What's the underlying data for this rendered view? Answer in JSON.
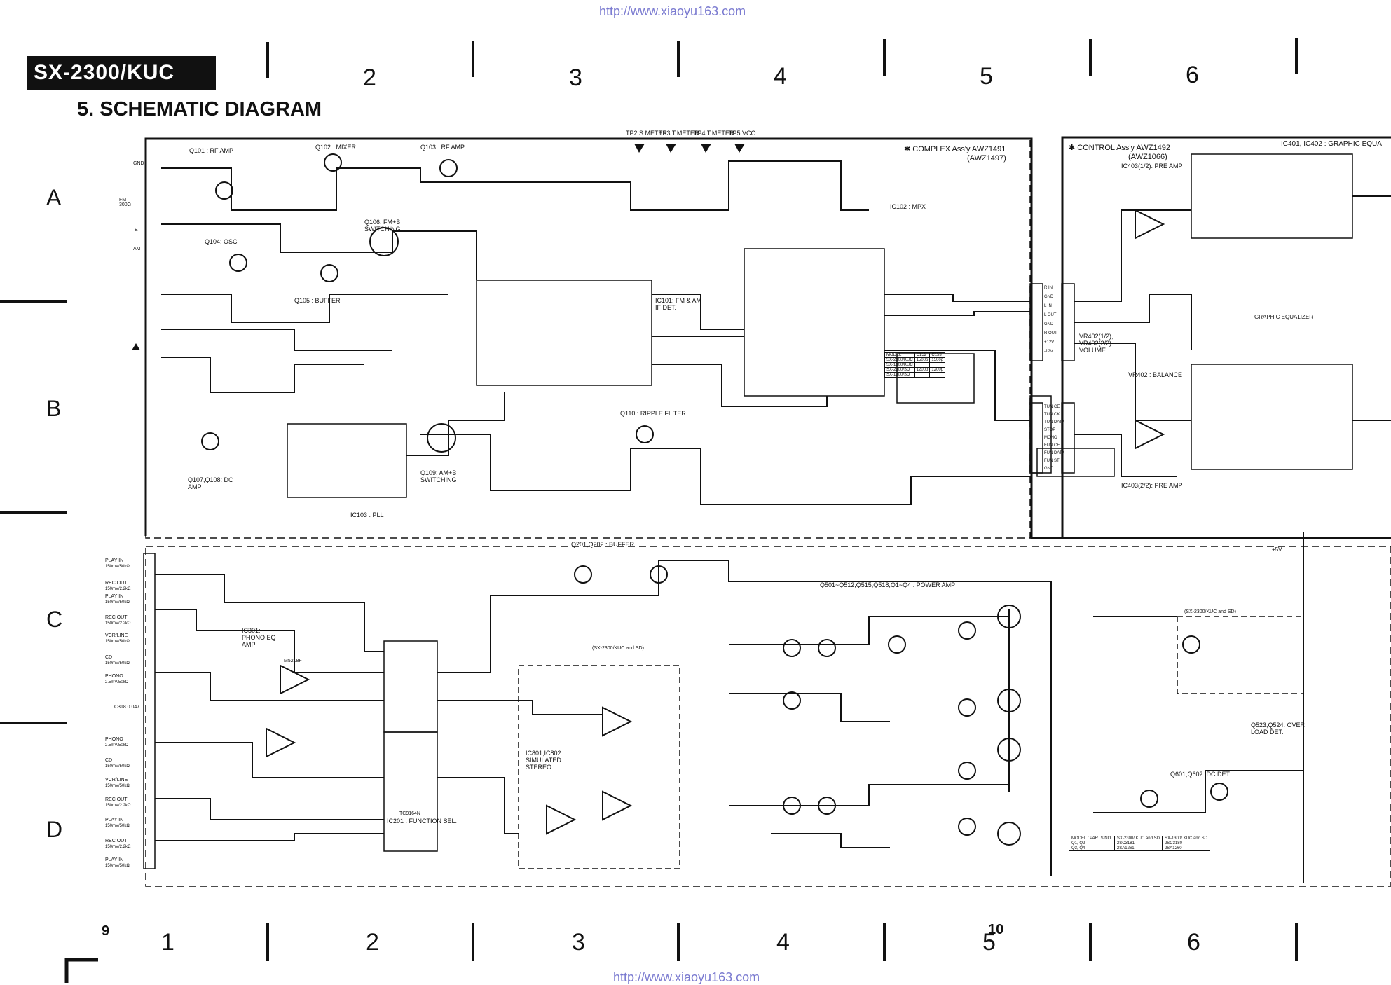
{
  "header": {
    "url_top": "http://www.xiaoyu163.com",
    "url_bottom": "http://www.xiaoyu163.com",
    "model_banner": "SX-2300/KUC",
    "title": "5. SCHEMATIC DIAGRAM",
    "page_left": "9",
    "page_right": "10"
  },
  "grid": {
    "columns_top": [
      "2",
      "3",
      "4",
      "5",
      "6"
    ],
    "columns_bottom": [
      "1",
      "2",
      "3",
      "4",
      "5",
      "6"
    ],
    "rows": [
      "A",
      "B",
      "C",
      "D"
    ]
  },
  "assemblies": {
    "complex": "✱ COMPLEX Ass'y AWZ1491",
    "complex_alt": "(AWZ1497)",
    "control": "✱ CONTROL Ass'y AWZ1492",
    "control_alt": "(AWZ1066)",
    "ic401_402": "IC401, IC402 : GRAPHIC EQUA"
  },
  "blocks": {
    "q101": "Q101 : RF AMP",
    "q102": "Q102 : MIXER",
    "q103": "Q103 : RF AMP",
    "q104": "Q104: OSC",
    "q105": "Q105 : BUFFER",
    "q106": "Q106: FM+B SWITCHING",
    "ic101": "IC101: FM & AM IF DET.",
    "ic102": "IC102 : MPX",
    "q110": "Q110 : RIPPLE FILTER",
    "q107": "Q107,Q108: DC AMP",
    "q109": "Q109: AM+B SWITCHING",
    "ic103": "IC103 : PLL",
    "q201": "Q201,Q202 : BUFFER",
    "ic301": "IC301: PHONO EQ AMP",
    "ic201": "IC201 : FUNCTION SEL.",
    "ic801": "IC801,IC802: SIMULATED STEREO",
    "power_amp": "Q501~Q512,Q515,Q518,Q1~Q4 : POWER AMP",
    "q523": "Q523,Q524: OVER LOAD DET.",
    "q601": "Q601,Q602: DC DET.",
    "ic403a": "IC403(1/2): PRE AMP",
    "ic403b": "IC403(2/2): PRE AMP",
    "vr402": "VR402 : BALANCE",
    "vr401": "VR402(1/2), VR402(2/2) VOLUME",
    "graphic_eq": "GRAPHIC EQUALIZER"
  },
  "test_points": [
    "TP2 S.METER",
    "TP3 T.METER",
    "TP4 T.METER",
    "TP5 VCO"
  ],
  "inputs_left": [
    "GND",
    "FM 300Ω",
    "E",
    "AM"
  ],
  "jacks": [
    "PLAY IN",
    "REC OUT",
    "PLAY IN",
    "REC OUT",
    "VCR/LINE",
    "CD",
    "PHONO",
    "PHONO",
    "CD",
    "VCR/LINE",
    "REC OUT",
    "PLAY IN",
    "REC OUT",
    "PLAY IN"
  ],
  "jack_levels": [
    "150mV/50kΩ",
    "150mV/2.2kΩ",
    "150mV/50kΩ",
    "150mV/2.2kΩ",
    "150mV/50kΩ",
    "150mV/50kΩ",
    "2.5mV/50kΩ",
    "2.5mV/50kΩ",
    "150mV/50kΩ",
    "150mV/50kΩ",
    "150mV/2.2kΩ",
    "150mV/50kΩ",
    "150mV/2.2kΩ",
    "150mV/50kΩ"
  ],
  "j4_pins": [
    "R IN",
    "GND",
    "L IN",
    "L OUT",
    "GND",
    "R OUT",
    "+12V",
    "-12V"
  ],
  "j7_pins": [
    "TUN CE",
    "TUN CK",
    "TUN DATA",
    "STOP",
    "MONO",
    "FUN CE",
    "FUN DATA",
    "FUN ST",
    "GND"
  ],
  "tables": {
    "parts_c": {
      "head": [
        "MODEL",
        "C152",
        "C153"
      ],
      "rows": [
        [
          "SX-2300/KUC",
          "1500p",
          "1500p"
        ],
        [
          "SX-1300/KUC",
          "",
          ""
        ],
        [
          "SX-2300/SD",
          "1200p",
          "1200p"
        ],
        [
          "SX-1300/SD",
          "",
          ""
        ]
      ]
    },
    "parts_q": {
      "head": [
        "MODEL / PARTS NO.",
        "SX-2300/ KUC and SD",
        "SX-1300/ KUC and SD"
      ],
      "rows": [
        [
          "Q1, Q2",
          "2SC3181",
          "2SC3180"
        ],
        [
          "Q3, Q4",
          "2SA1261",
          "2SA1260"
        ]
      ]
    }
  },
  "misc_labels": {
    "sx2300_note": "(SX-2300/KUC and SD)",
    "sx2300_note2": "(SX-2300/KUC and SD)",
    "c318": "C318 0.047",
    "plus5v": "+5V",
    "ic301_pn": "M5218F",
    "ic201_pn": "TC9164N"
  }
}
